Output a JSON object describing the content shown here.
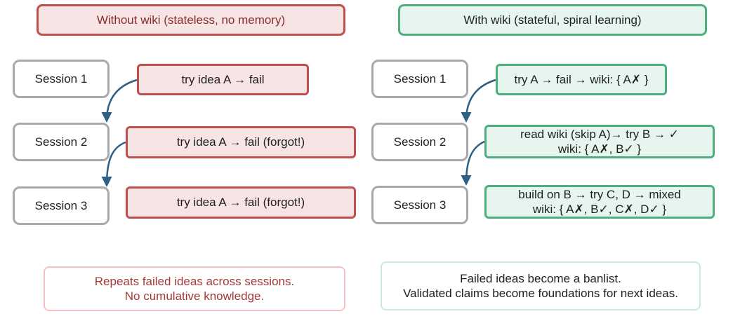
{
  "left": {
    "header": "Without wiki (stateless, no memory)",
    "sessions": [
      "Session 1",
      "Session 2",
      "Session 3"
    ],
    "actions": [
      "try idea A → fail",
      "try idea A → fail (forgot!)",
      "try idea A → fail (forgot!)"
    ],
    "summary": [
      "Repeats failed ideas across sessions.",
      "No cumulative knowledge."
    ]
  },
  "right": {
    "header": "With wiki (stateful, spiral learning)",
    "sessions": [
      "Session 1",
      "Session 2",
      "Session 3"
    ],
    "actions": [
      [
        "try A → fail → wiki: { A✗ }"
      ],
      [
        "read wiki (skip A)→ try B → ✓",
        "wiki: { A✗, B✓ }"
      ],
      [
        "build on B → try C, D → mixed",
        "wiki: { A✗, B✓, C✗, D✓ }"
      ]
    ],
    "summary": [
      "Failed ideas become a banlist.",
      "Validated claims become foundations for next ideas."
    ]
  },
  "colors": {
    "red_border": "#c0504d",
    "red_fill": "#f7e4e4",
    "green_border": "#4caf7d",
    "green_fill": "#e6f6ee",
    "session_border": "#a7a9ad",
    "arrow": "#2e5f85"
  }
}
